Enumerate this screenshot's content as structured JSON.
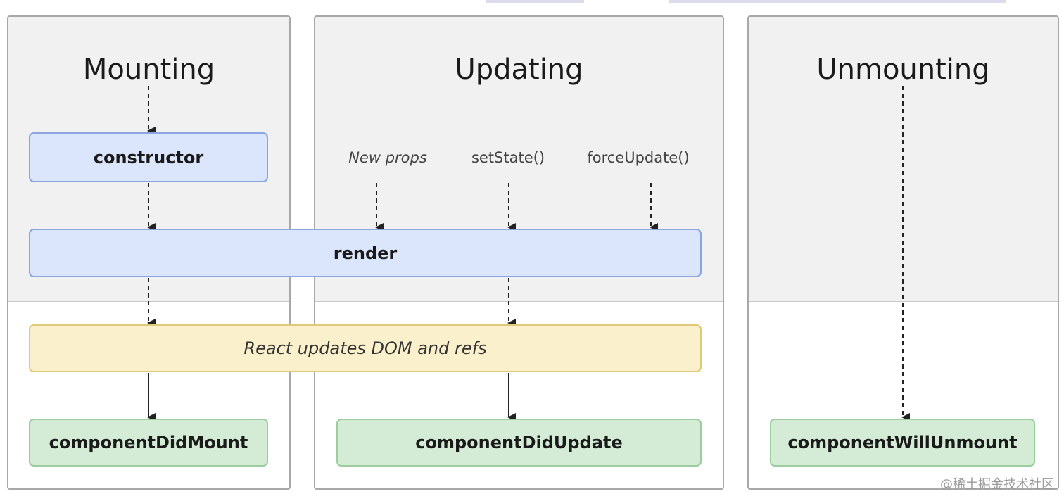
{
  "phases": {
    "mounting": {
      "title": "Mounting"
    },
    "updating": {
      "title": "Updating"
    },
    "unmounting": {
      "title": "Unmounting"
    }
  },
  "methods": {
    "constructor": "constructor",
    "render": "render",
    "react_updates": "React updates DOM and refs",
    "component_did_mount": "componentDidMount",
    "component_did_update": "componentDidUpdate",
    "component_will_unmount": "componentWillUnmount"
  },
  "triggers": {
    "new_props": "New props",
    "set_state": "setState()",
    "force_update": "forceUpdate()"
  },
  "colors": {
    "panel_border": "#a8a8a8",
    "render_phase_bg": "#f1f1f1",
    "blue_box": "#dbe5fb",
    "yellow_box": "#fbf0cc",
    "green_box": "#d4ecd6"
  },
  "watermark": "@稀土掘金技术社区"
}
